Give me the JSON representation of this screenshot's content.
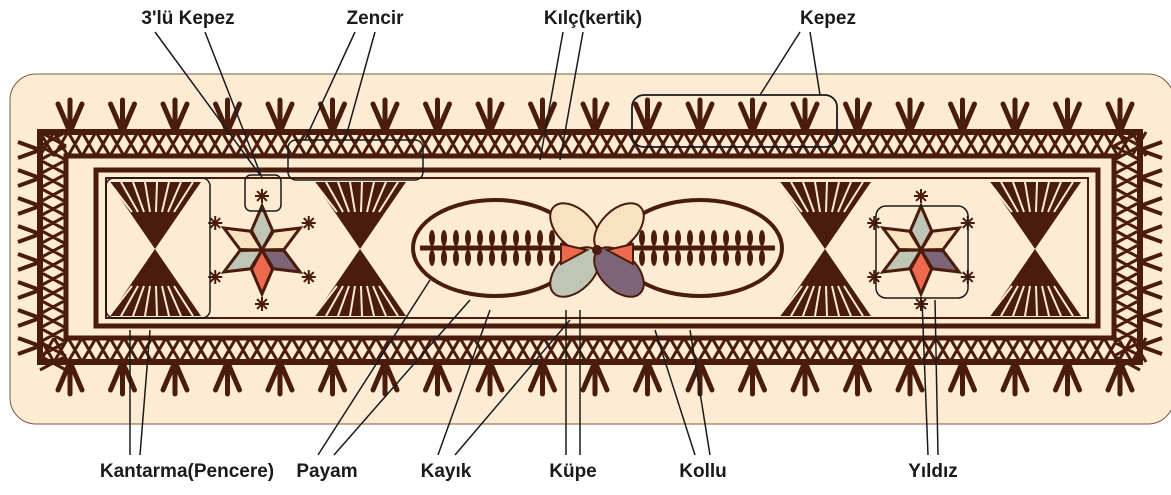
{
  "labels": {
    "top": {
      "kepez3": "3'lü Kepez",
      "zencir": "Zencir",
      "kilc": "Kılç(kertik)",
      "kepez": "Kepez"
    },
    "bottom": {
      "kantarma": "Kantarma(Pencere)",
      "payam": "Payam",
      "kayik": "Kayık",
      "kupe": "Küpe",
      "kollu": "Kollu",
      "yildiz": "Yıldız"
    }
  },
  "colors": {
    "rug_bg": "#fdebd3",
    "motif": "#4a1c0d",
    "leaf_red": "#ee6a4f",
    "leaf_grey": "#bfc6b5",
    "leaf_purple": "#7d6476",
    "leaf_cream": "#f8e2c2",
    "callout": "#1a1a1a"
  }
}
